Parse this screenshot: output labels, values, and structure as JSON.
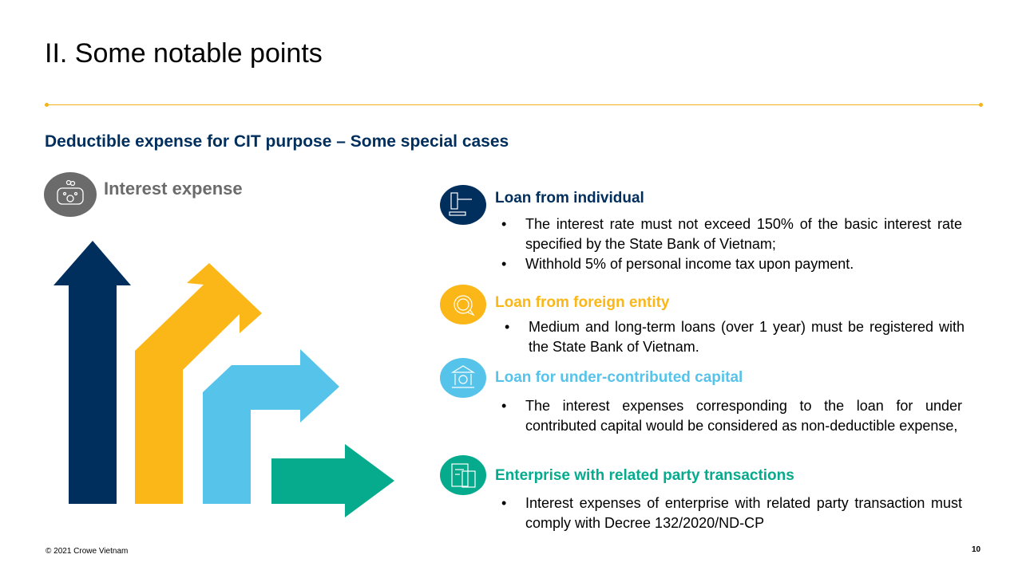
{
  "title": "II. Some notable points",
  "subtitle": "Deductible expense for CIT purpose – Some special cases",
  "interest_expense": "Interest expense",
  "items": [
    {
      "heading": "Loan from individual",
      "color": "#002e5d",
      "icon": "gavel-icon",
      "bullets": [
        "The interest rate must not exceed 150% of the basic interest rate specified by the State Bank of Vietnam;",
        "Withhold 5% of personal income tax upon payment."
      ]
    },
    {
      "heading": "Loan from foreign entity",
      "color": "#fbb717",
      "icon": "coin-chat-icon",
      "bullets": [
        "Medium and long-term loans (over 1 year) must be registered with the State Bank of Vietnam."
      ]
    },
    {
      "heading": "Loan for under-contributed capital",
      "color": "#55c3ea",
      "icon": "bank-icon",
      "bullets": [
        "The interest expenses corresponding to the loan for under contributed capital would be considered as non-deductible expense,"
      ]
    },
    {
      "heading": "Enterprise with related party transactions",
      "color": "#05ab8c",
      "icon": "calculator-document-icon",
      "bullets": [
        "Interest expenses of enterprise with related party transaction must comply with Decree 132/2020/ND-CP"
      ]
    }
  ],
  "footer": "© 2021 Crowe Vietnam",
  "page_number": "10"
}
